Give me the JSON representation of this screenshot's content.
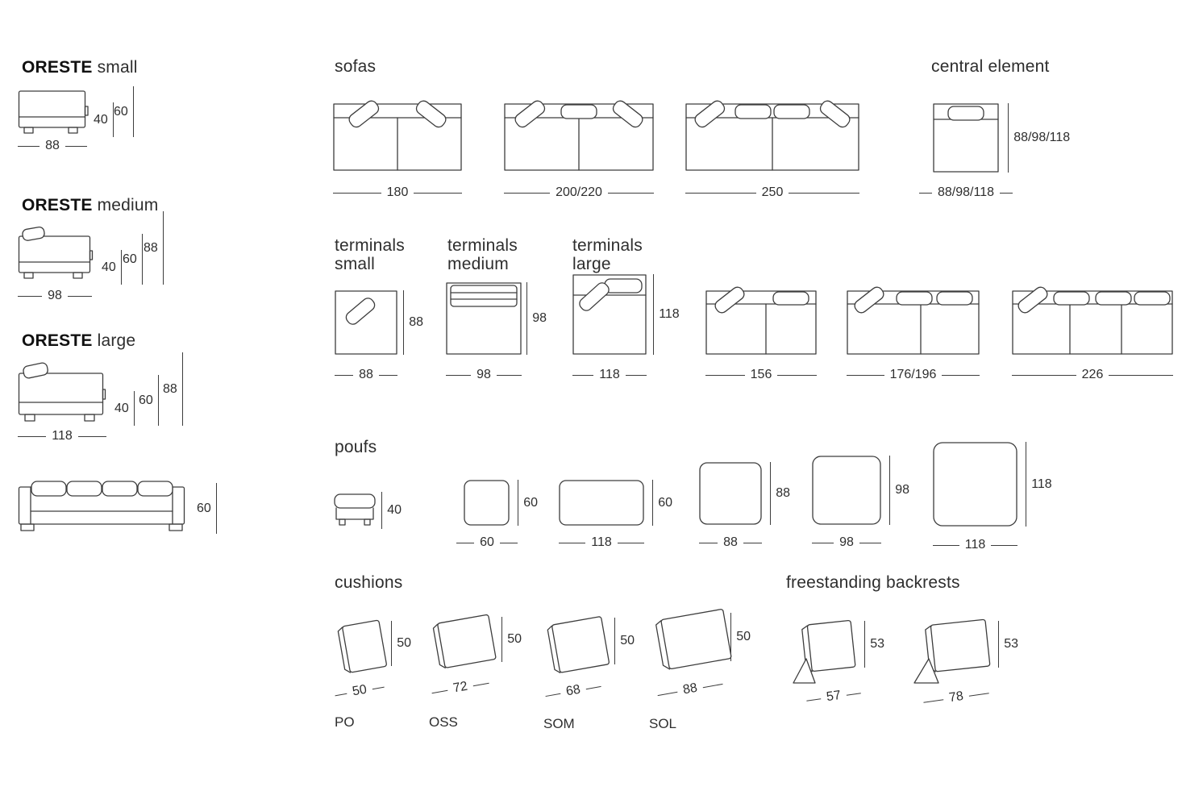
{
  "colors": {
    "line": "#3d3d3d",
    "text": "#2e2e2e",
    "bg": "#ffffff"
  },
  "left_models": [
    {
      "bold": "ORESTE",
      "light": "small",
      "h1": "40",
      "h2": "60",
      "w": "88"
    },
    {
      "bold": "ORESTE",
      "light": "medium",
      "h1": "40",
      "h2": "60",
      "h3": "88",
      "w": "98"
    },
    {
      "bold": "ORESTE",
      "light": "large",
      "h1": "40",
      "h2": "60",
      "h3": "88",
      "w": "118"
    }
  ],
  "front_sofa": {
    "h": "60"
  },
  "sofas": {
    "label": "sofas",
    "items": [
      {
        "w": "180"
      },
      {
        "w": "200/220"
      },
      {
        "w": "250"
      }
    ]
  },
  "central": {
    "label": "central element",
    "h": "88/98/118",
    "w": "88/98/118"
  },
  "terminals": {
    "headings": [
      {
        "line1": "terminals",
        "line2": "small"
      },
      {
        "line1": "terminals",
        "line2": "medium"
      },
      {
        "line1": "terminals",
        "line2": "large"
      }
    ],
    "items": [
      {
        "w": "88",
        "h": "88"
      },
      {
        "w": "98",
        "h": "98"
      },
      {
        "w": "118",
        "h": "118"
      },
      {
        "w": "156"
      },
      {
        "w": "176/196"
      },
      {
        "w": "226"
      }
    ]
  },
  "poufs": {
    "label": "poufs",
    "small": {
      "h": "40"
    },
    "items": [
      {
        "w": "60",
        "h": "60"
      },
      {
        "w": "118",
        "h": "60"
      },
      {
        "w": "88",
        "h": "88"
      },
      {
        "w": "98",
        "h": "98"
      },
      {
        "w": "118",
        "h": "118"
      }
    ]
  },
  "cushions": {
    "label": "cushions",
    "items": [
      {
        "w": "50",
        "h": "50",
        "code": "PO"
      },
      {
        "w": "72",
        "h": "50",
        "code": "OSS"
      },
      {
        "w": "68",
        "h": "50",
        "code": "SOM"
      },
      {
        "w": "88",
        "h": "50",
        "code": "SOL"
      }
    ]
  },
  "backrests": {
    "label": "freestanding backrests",
    "items": [
      {
        "w": "57",
        "h": "53"
      },
      {
        "w": "78",
        "h": "53"
      }
    ]
  }
}
